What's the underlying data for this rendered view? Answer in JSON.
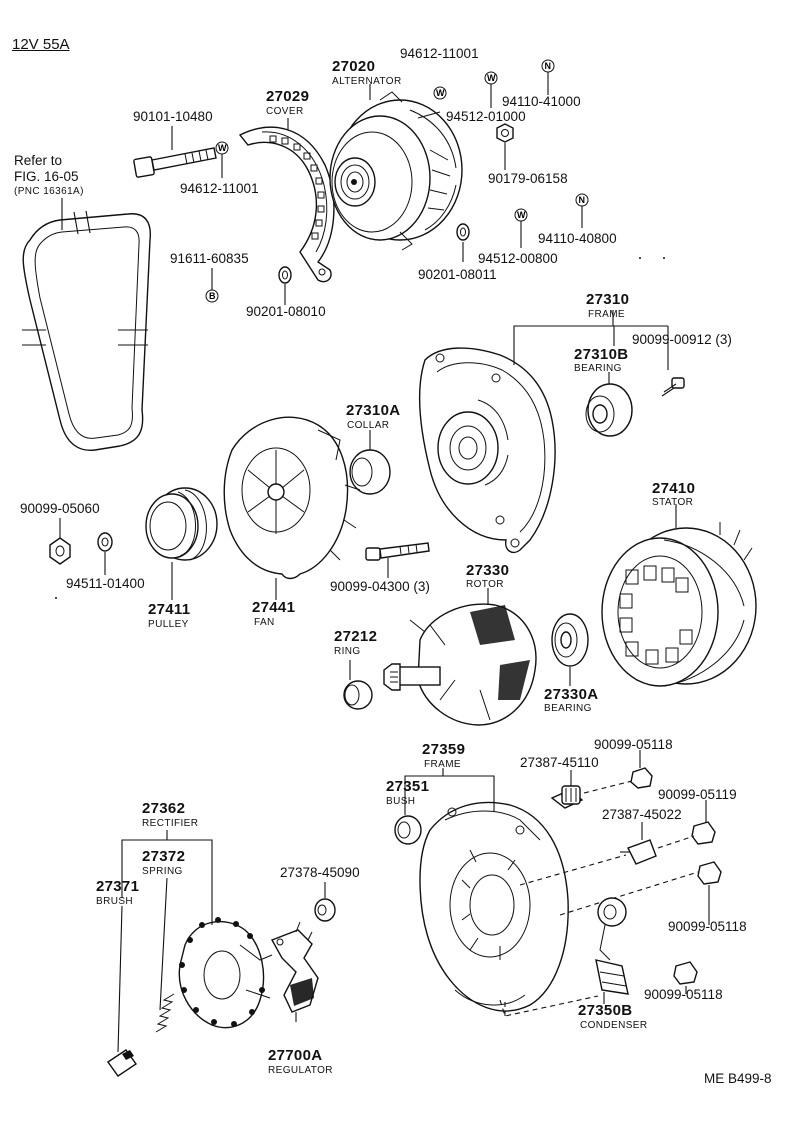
{
  "header": {
    "spec": "12V 55A",
    "refer_line1": "Refer to",
    "refer_line2": "FIG. 16-05",
    "refer_line3": "(PNC 16361A)"
  },
  "footer": {
    "code": "ME B499-8"
  },
  "badges": {
    "washer": "W",
    "nut": "N",
    "bolt": "B"
  },
  "parts": {
    "p27020": {
      "num": "27020",
      "name": "ALTERNATOR"
    },
    "p27029": {
      "num": "27029",
      "name": "COVER"
    },
    "p27310": {
      "num": "27310",
      "name": "FRAME"
    },
    "p27310B": {
      "num": "27310B",
      "name": "BEARING"
    },
    "p27310A": {
      "num": "27310A",
      "name": "COLLAR"
    },
    "p27410": {
      "num": "27410",
      "name": "STATOR"
    },
    "p27330": {
      "num": "27330",
      "name": "ROTOR"
    },
    "p27330A": {
      "num": "27330A",
      "name": "BEARING"
    },
    "p27212": {
      "num": "27212",
      "name": "RING"
    },
    "p27411": {
      "num": "27411",
      "name": "PULLEY"
    },
    "p27441": {
      "num": "27441",
      "name": "FAN"
    },
    "p27359": {
      "num": "27359",
      "name": "FRAME"
    },
    "p27351": {
      "num": "27351",
      "name": "BUSH"
    },
    "p27362": {
      "num": "27362",
      "name": "RECTIFIER"
    },
    "p27372": {
      "num": "27372",
      "name": "SPRING"
    },
    "p27371": {
      "num": "27371",
      "name": "BRUSH"
    },
    "p27700A": {
      "num": "27700A",
      "name": "REGULATOR"
    },
    "p27350B": {
      "num": "27350B",
      "name": "CONDENSER"
    }
  },
  "part_numbers": {
    "n94612_11001_top": "94612-11001",
    "n94110_41000": "94110-41000",
    "n94512_01000": "94512-01000",
    "n90179_06158": "90179-06158",
    "n94110_40800": "94110-40800",
    "n94512_00800": "94512-00800",
    "n90201_08011": "90201-08011",
    "n90101_10480": "90101-10480",
    "n94612_11001_mid": "94612-11001",
    "n91611_60835": "91611-60835",
    "n90201_08010": "90201-08010",
    "n90099_00912": "90099-00912 (3)",
    "n90099_05060": "90099-05060",
    "n94511_01400": "94511-01400",
    "n90099_04300": "90099-04300 (3)",
    "n90099_05118_a": "90099-05118",
    "n27387_45110": "27387-45110",
    "n90099_05119": "90099-05119",
    "n27387_45022": "27387-45022",
    "n90099_05118_b": "90099-05118",
    "n90099_05118_c": "90099-05118",
    "n27378_45090": "27378-45090"
  }
}
